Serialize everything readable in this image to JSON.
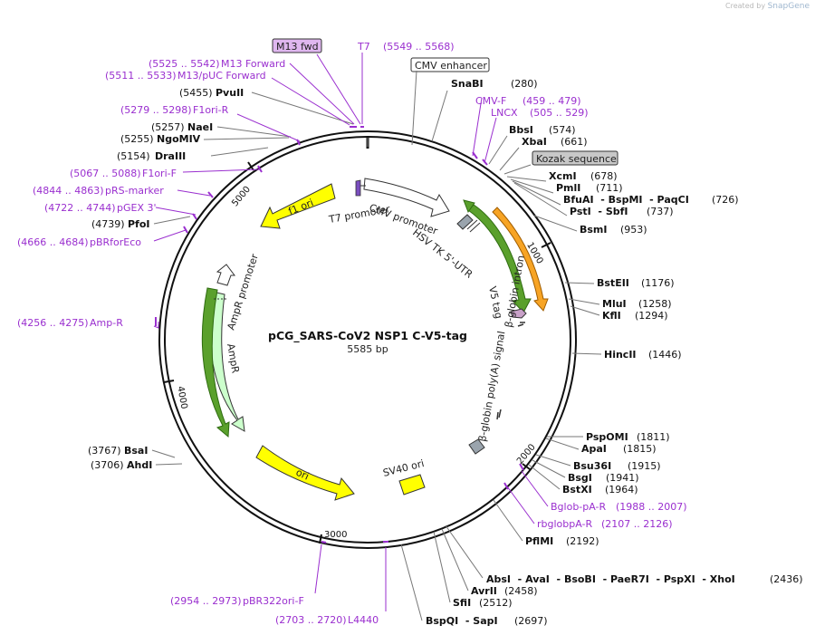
{
  "credit": {
    "prefix": "Created by",
    "brand": "SnapGene"
  },
  "plasmid": {
    "name": "pCG_SARS-CoV2 NSP1 C-V5-tag",
    "length": "5585 bp"
  },
  "enzymes": [
    {
      "name": "SnaBI",
      "pos": "(280)"
    },
    {
      "name": "BbsI",
      "pos": "(574)"
    },
    {
      "name": "XbaI",
      "pos": "(661)"
    },
    {
      "name": "XcmI",
      "pos": "(678)"
    },
    {
      "name": "PmlI",
      "pos": "(711)"
    },
    {
      "name": "BfuAI  - BspMI  - PaqCI",
      "pos": "(726)"
    },
    {
      "name": "PstI  - SbfI",
      "pos": "(737)"
    },
    {
      "name": "BsmI",
      "pos": "(953)"
    },
    {
      "name": "BstEII",
      "pos": "(1176)"
    },
    {
      "name": "MluI",
      "pos": "(1258)"
    },
    {
      "name": "KflI",
      "pos": "(1294)"
    },
    {
      "name": "HincII",
      "pos": "(1446)"
    },
    {
      "name": "PspOMI",
      "pos": "(1811)"
    },
    {
      "name": "ApaI",
      "pos": "(1815)"
    },
    {
      "name": "Bsu36I",
      "pos": "(1915)"
    },
    {
      "name": "BsgI",
      "pos": "(1941)"
    },
    {
      "name": "BstXI",
      "pos": "(1964)"
    },
    {
      "name": "PflMI",
      "pos": "(2192)"
    },
    {
      "name": "AbsI  - AvaI  - BsoBI  - PaeR7I  - PspXI  - XhoI",
      "pos": "(2436)"
    },
    {
      "name": "AvrII",
      "pos": "(2458)"
    },
    {
      "name": "SfiI",
      "pos": "(2512)"
    },
    {
      "name": "BspQI  - SapI",
      "pos": "(2697)"
    },
    {
      "name": "BsaI",
      "pos": "(3767)"
    },
    {
      "name": "AhdI",
      "pos": "(3706)"
    },
    {
      "name": "PfoI",
      "pos": "(4739)"
    },
    {
      "name": "DraIII",
      "pos": "(5154)"
    },
    {
      "name": "NgoMIV",
      "pos": "(5255)"
    },
    {
      "name": "NaeI",
      "pos": "(5257)"
    },
    {
      "name": "PvuII",
      "pos": "(5455)"
    }
  ],
  "primers": [
    {
      "label": "T7",
      "range": "(5549 .. 5568)"
    },
    {
      "label": "M13 Forward",
      "range": "(5525 .. 5542)"
    },
    {
      "label": "M13/pUC Forward",
      "range": "(5511 .. 5533)"
    },
    {
      "label": "F1ori-R",
      "range": "(5279 .. 5298)"
    },
    {
      "label": "F1ori-F",
      "range": "(5067 .. 5088)"
    },
    {
      "label": "pRS-marker",
      "range": "(4844 .. 4863)"
    },
    {
      "label": "pGEX 3'",
      "range": "(4722 .. 4744)"
    },
    {
      "label": "pBRforEco",
      "range": "(4666 .. 4684)"
    },
    {
      "label": "Amp-R",
      "range": "(4256 .. 4275)"
    },
    {
      "label": "pBR322ori-F",
      "range": "(2954 .. 2973)"
    },
    {
      "label": "L4440",
      "range": "(2703 .. 2720)"
    },
    {
      "label": "CMV-F",
      "range": "(459 .. 479)"
    },
    {
      "label": "LNCX",
      "range": "(505 .. 529)"
    },
    {
      "label": "Bglob-pA-R",
      "range": "(1988 .. 2007)"
    },
    {
      "label": "rbglobpA-R",
      "range": "(2107 .. 2126)"
    }
  ],
  "boxed_labels": {
    "m13fwd": "M13 fwd",
    "cmv_enhancer": "CMV enhancer",
    "kozak": "Kozak sequence"
  },
  "features": {
    "cmv_promoter": "CMV promoter",
    "t7_promoter": "T7 promoter",
    "hsv_tk": "HSV TK 5'-UTR",
    "v5_tag": "V5 tag",
    "bglobin_intron": "β-globin intron",
    "bglobin_polya": "β-globin poly(A) signal",
    "sv40_ori": "SV40 ori",
    "ori": "ori",
    "ampr": "AmpR",
    "ampr_promoter": "AmpR promoter",
    "f1_ori": "f1 ori"
  },
  "ticks": {
    "t1000": "1000",
    "t2000": "2000",
    "t3000": "3000",
    "t4000": "4000",
    "t5000": "5000"
  },
  "colors": {
    "primer": "#9a2fcf",
    "f1_ori": "#ffff00",
    "ori": "#ffff00",
    "sv40_ori": "#ffff00",
    "ampr": "#ccffcc",
    "orf_green": "#5aa02c",
    "orf_orange": "#f7a425",
    "v5_tag": "#c8a1c8",
    "kozak": "#c8c8c8",
    "m13fwd": "#dfb7ef"
  }
}
